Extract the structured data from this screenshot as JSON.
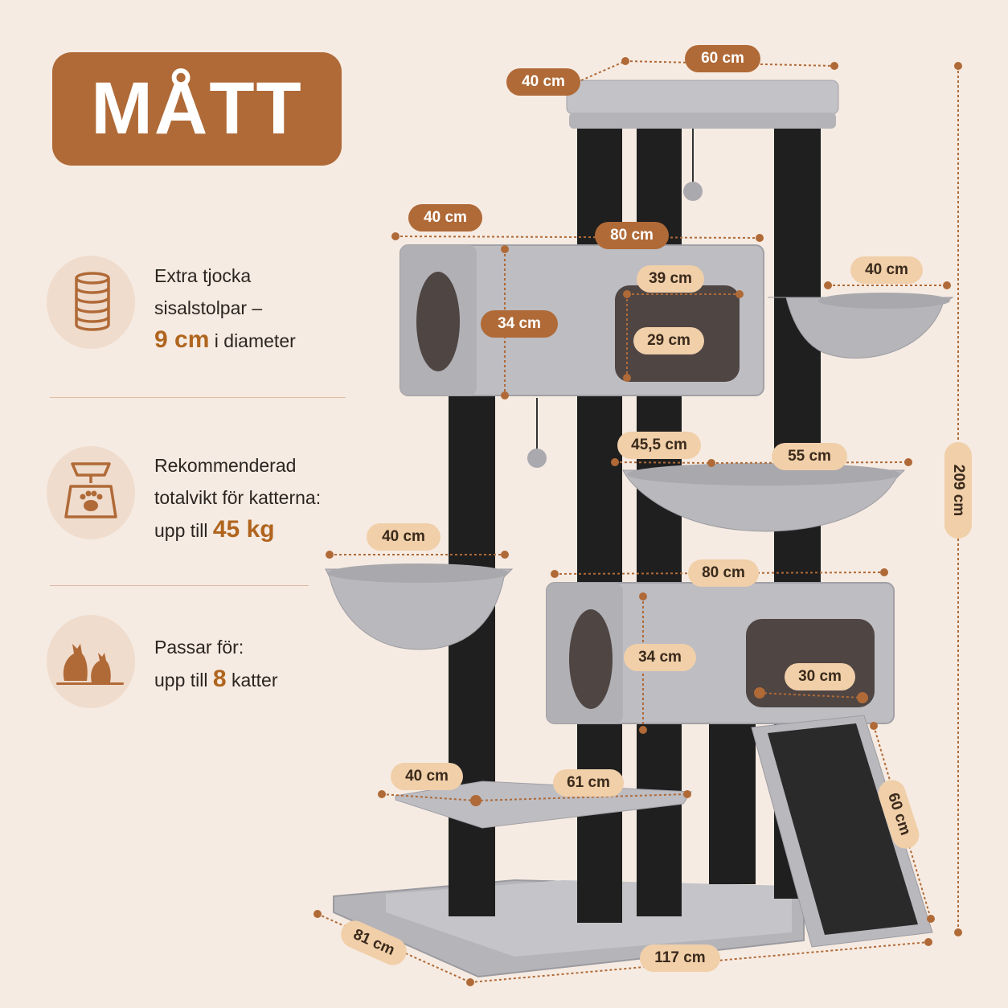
{
  "title": "MÅTT",
  "features": [
    {
      "icon": "sisal-post-icon",
      "line1": "Extra tjocka",
      "line2": "sisalstolpar –",
      "highlight": "9 cm",
      "after": " i diameter"
    },
    {
      "icon": "scale-paw-icon",
      "line1": "Rekommenderad",
      "line2": "totalvikt för katterna:",
      "before": "upp till ",
      "highlight": "45 kg"
    },
    {
      "icon": "two-cats-icon",
      "line1": "Passar för:",
      "before": "upp till ",
      "highlight": "8",
      "after": " katter"
    }
  ],
  "dimensions": {
    "top_width": "60 cm",
    "top_depth": "40 cm",
    "upper_house_depth": "40 cm",
    "upper_house_width": "80 cm",
    "upper_house_height": "34 cm",
    "upper_door_width": "39 cm",
    "upper_door_height": "29 cm",
    "right_basket": "40 cm",
    "middle_basket_depth": "45,5 cm",
    "middle_basket_width": "55 cm",
    "left_basket": "40 cm",
    "lower_house_width": "80 cm",
    "lower_house_height": "34 cm",
    "lower_door_width": "30 cm",
    "platform_depth": "40 cm",
    "platform_width": "61 cm",
    "ramp_length": "60 cm",
    "total_height": "209 cm",
    "base_depth": "81 cm",
    "base_width": "117 cm"
  },
  "colors": {
    "accent": "#b06a37",
    "accent_light": "#f0cfa9",
    "background": "#f6ebe2",
    "plush": "#b9b9be",
    "post": "#1e1e1e"
  }
}
